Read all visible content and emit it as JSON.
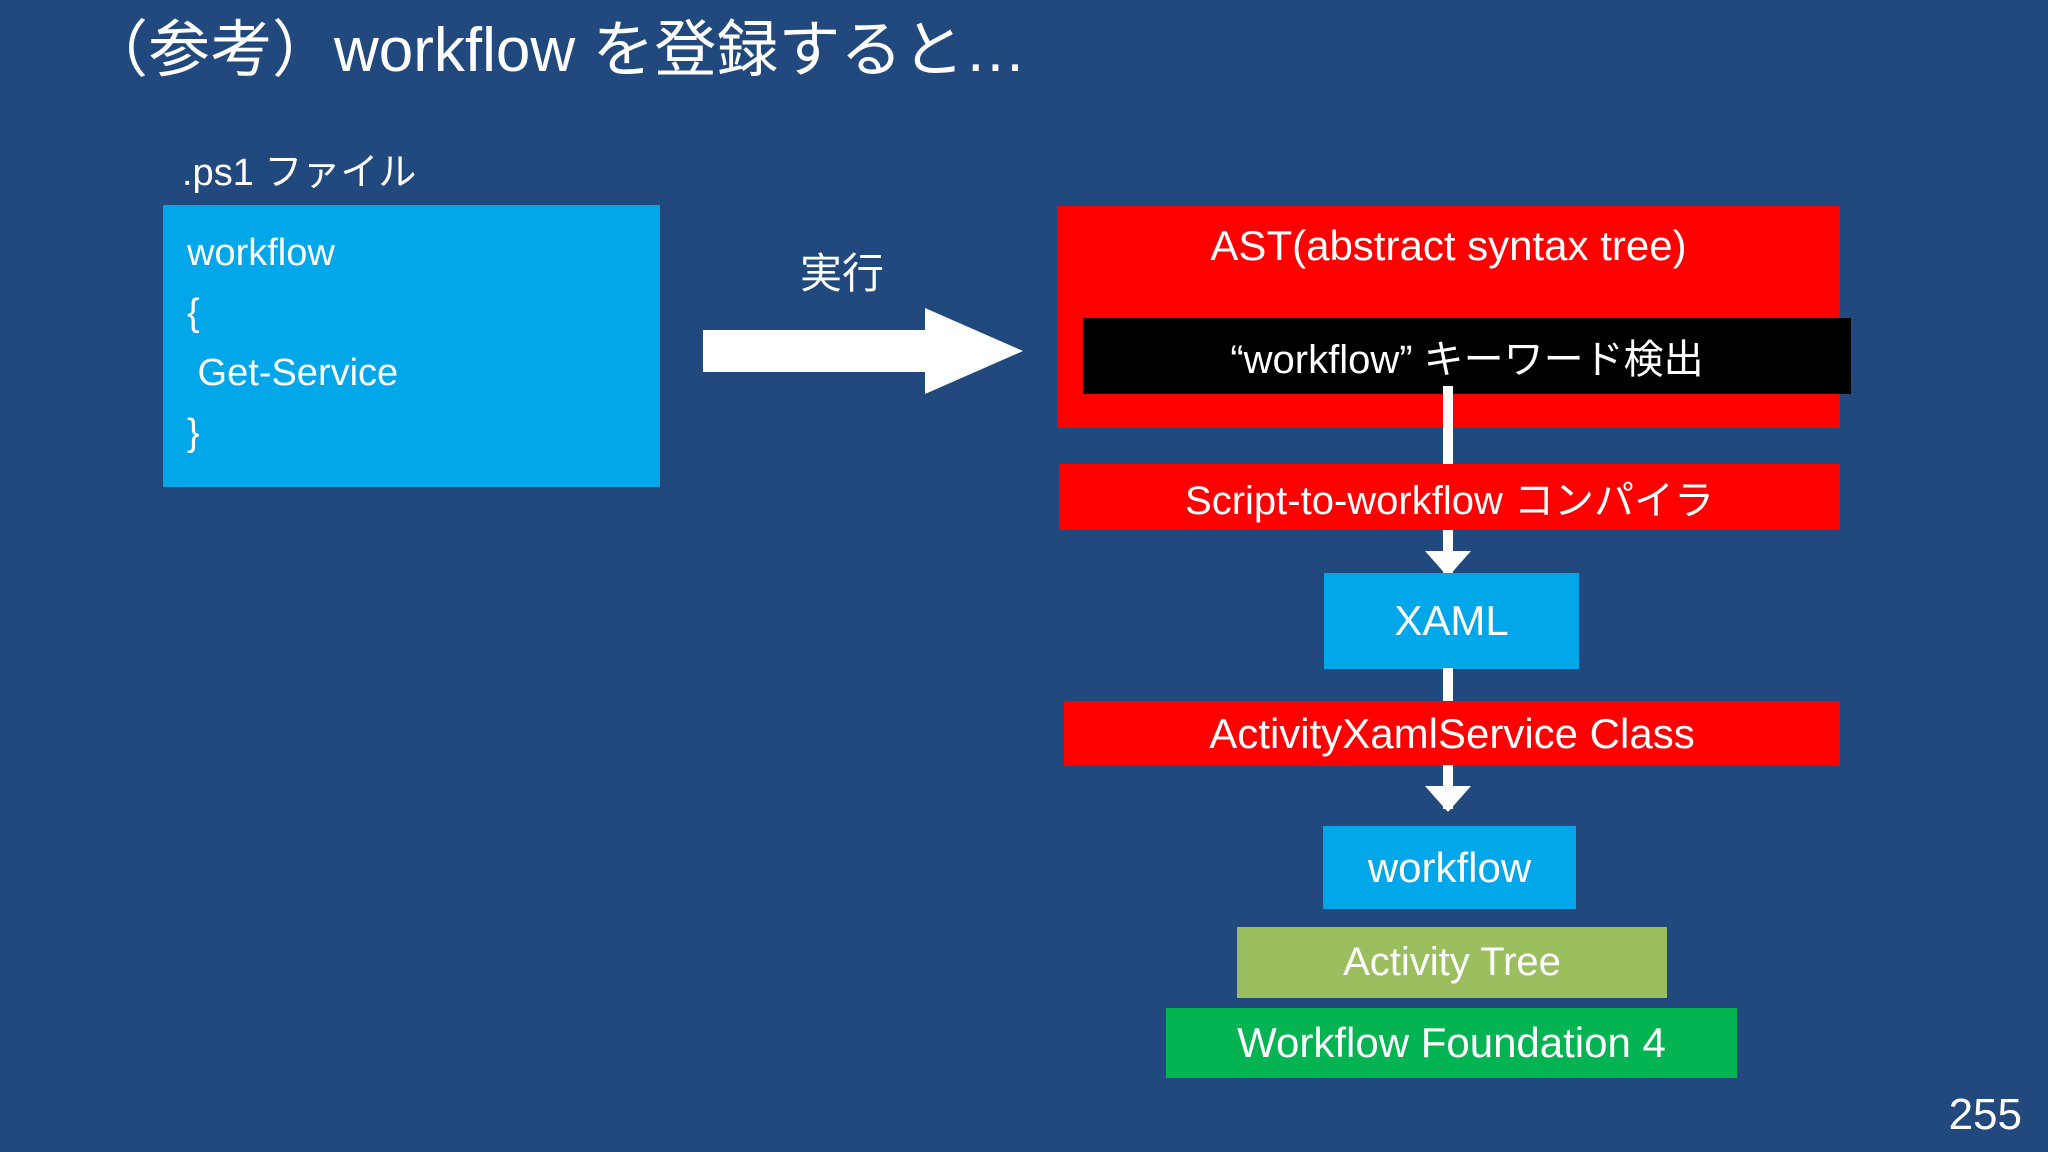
{
  "slide": {
    "title": "（参考）workflow を登録すると…",
    "page_number": "255",
    "background_color": "#22497E"
  },
  "source_panel": {
    "caption": ".ps1 ファイル",
    "block_color": "#01A7E8",
    "code_lines": [
      "workflow",
      "{",
      " Get-Service",
      "}"
    ]
  },
  "transition": {
    "label": "実行",
    "arrow_icon": "right-arrow-icon",
    "arrow_color": "#FFFFFF"
  },
  "pipeline": {
    "ast": {
      "title": "AST(abstract syntax tree)",
      "inner_label": "“workflow” キーワード検出",
      "box_color": "#FF0000",
      "inner_color": "#000000"
    },
    "compiler": {
      "label": "Script-to-workflow コンパイラ",
      "box_color": "#FF0000"
    },
    "xaml": {
      "label": "XAML",
      "box_color": "#01A7E8"
    },
    "activity_xaml_service": {
      "label": "ActivityXamlService Class",
      "box_color": "#FF0000"
    },
    "workflow": {
      "label": "workflow",
      "box_color": "#01A7E8"
    },
    "activity_tree": {
      "label": "Activity Tree",
      "box_color": "#9BBF5E"
    },
    "workflow_foundation": {
      "label": "Workflow Foundation 4",
      "box_color": "#04B351"
    }
  }
}
